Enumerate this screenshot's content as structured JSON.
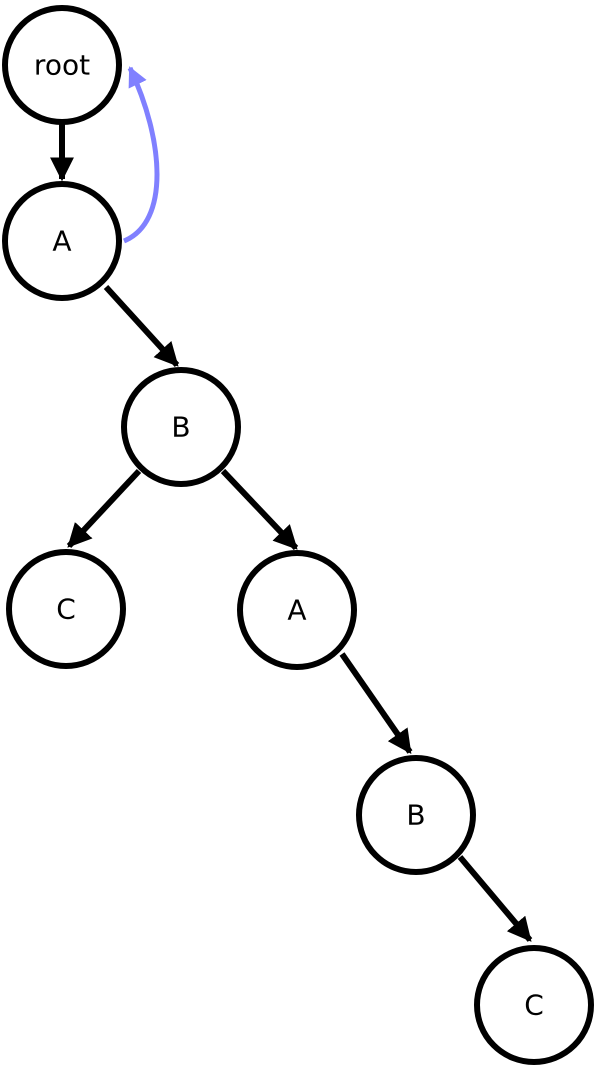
{
  "diagram": {
    "nodes": [
      {
        "id": "root",
        "label": "root"
      },
      {
        "id": "a1",
        "label": "A"
      },
      {
        "id": "b1",
        "label": "B"
      },
      {
        "id": "c1",
        "label": "C"
      },
      {
        "id": "a2",
        "label": "A"
      },
      {
        "id": "b2",
        "label": "B"
      },
      {
        "id": "c2",
        "label": "C"
      }
    ],
    "edges": [
      {
        "from": "root",
        "to": "a1"
      },
      {
        "from": "a1",
        "to": "b1"
      },
      {
        "from": "b1",
        "to": "c1"
      },
      {
        "from": "b1",
        "to": "a2"
      },
      {
        "from": "a2",
        "to": "b2"
      },
      {
        "from": "b2",
        "to": "c2"
      }
    ],
    "links": [
      {
        "from": "a1",
        "to": "root",
        "color": "#8080ff"
      }
    ],
    "colors": {
      "node_stroke": "#000000",
      "edge": "#000000",
      "link": "#8080ff"
    }
  }
}
